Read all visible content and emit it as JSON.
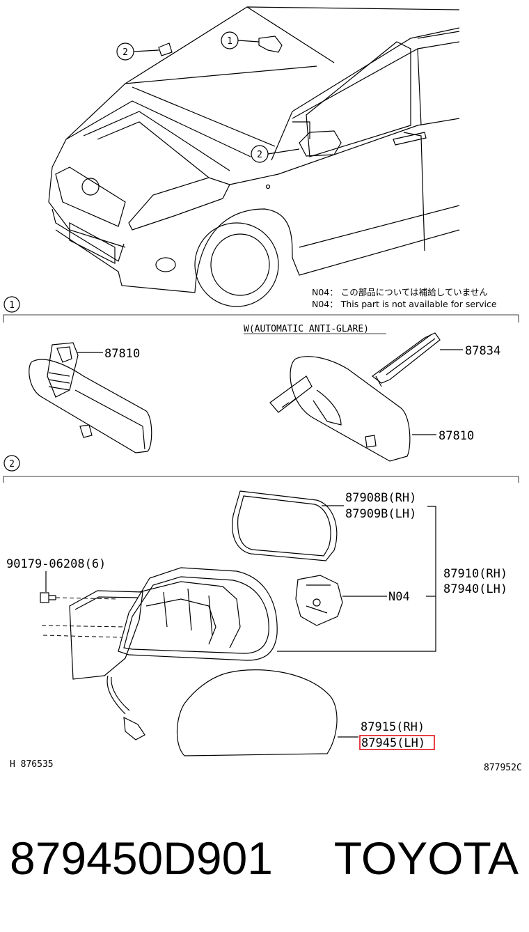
{
  "callouts": {
    "car_1": "1",
    "car_2a": "2",
    "car_2b": "2",
    "section_1": "1",
    "section_2": "2"
  },
  "notes": {
    "line_jp": "N04： この部品については補給していません",
    "line_en": "N04： This part is not available for service"
  },
  "section_1": {
    "variant_label": "W(AUTOMATIC ANTI-GLARE)",
    "part_left": "87810",
    "part_bracket": "87834",
    "part_right": "87810"
  },
  "section_2": {
    "bolt": "90179-06208(6)",
    "gasket_rh": "87908B(RH)",
    "gasket_lh": "87909B(LH)",
    "assy_rh": "87910(RH)",
    "assy_lh": "87940(LH)",
    "motor_note": "N04",
    "mirror_rh": "87915(RH)",
    "mirror_lh": "87945(LH)"
  },
  "footer": {
    "left_code": "H 876535",
    "right_code": "877952C"
  },
  "caption": {
    "part_number": "879450D901",
    "brand": "TOYOTA"
  },
  "colors": {
    "highlight": "#e0101a",
    "line": "#000000"
  }
}
